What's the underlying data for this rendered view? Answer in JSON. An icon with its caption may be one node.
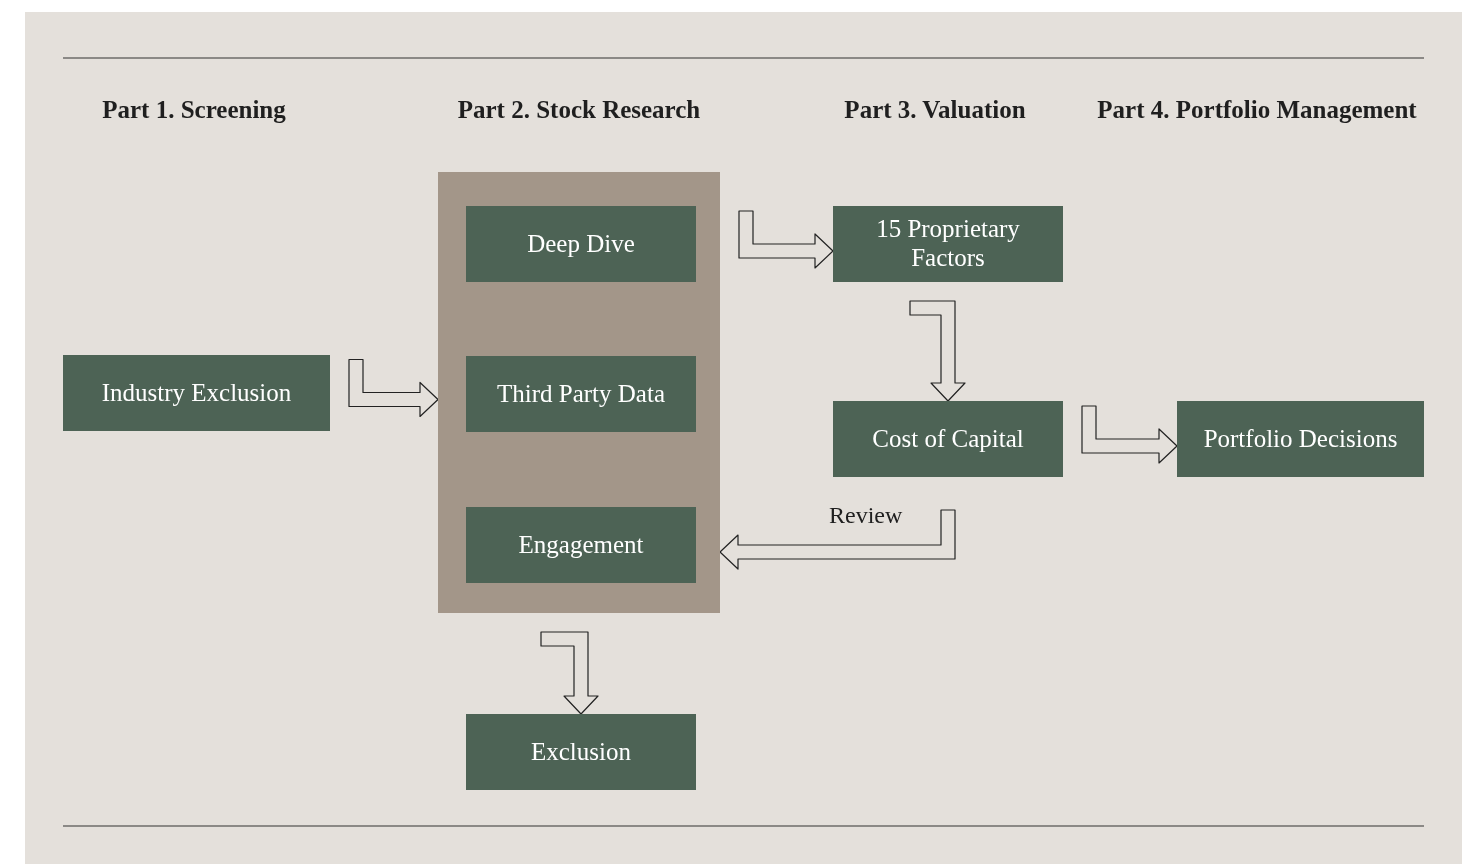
{
  "diagram": {
    "nodes": [
      {
        "text": [
          "Industry Exclusion"
        ]
      },
      {
        "text": [],
        "shape": "box"
      },
      {
        "text": [
          "Deep Dive"
        ],
        "in": 1
      },
      {
        "text": [
          "Third Party Data"
        ],
        "in": 1
      },
      {
        "text": [
          "Engagement"
        ],
        "in": 1
      },
      {
        "text": [
          "Exclusion"
        ]
      },
      {
        "text": [
          "15 Proprietary Factors"
        ]
      },
      {
        "text": [
          "Cost of Capital"
        ]
      },
      {
        "text": [
          "Portfolio Decisions"
        ]
      }
    ],
    "edges": [
      {
        "from": 0,
        "to": 1,
        "arrow": "to"
      },
      {
        "from": 1,
        "to": 6,
        "arrow": "to"
      },
      {
        "from": 6,
        "to": 7,
        "arrow": "to"
      },
      {
        "from": 7,
        "to": 8,
        "arrow": "to"
      },
      {
        "from": 7,
        "to": 1,
        "arrow": "to",
        "label": "Review"
      },
      {
        "from": 1,
        "to": 5,
        "arrow": "to"
      }
    ],
    "labels": [
      "Part 1. Screening",
      "Part 2. Stock Research",
      "Part 3. Valuation",
      "Part 4. Portfolio Management"
    ]
  }
}
